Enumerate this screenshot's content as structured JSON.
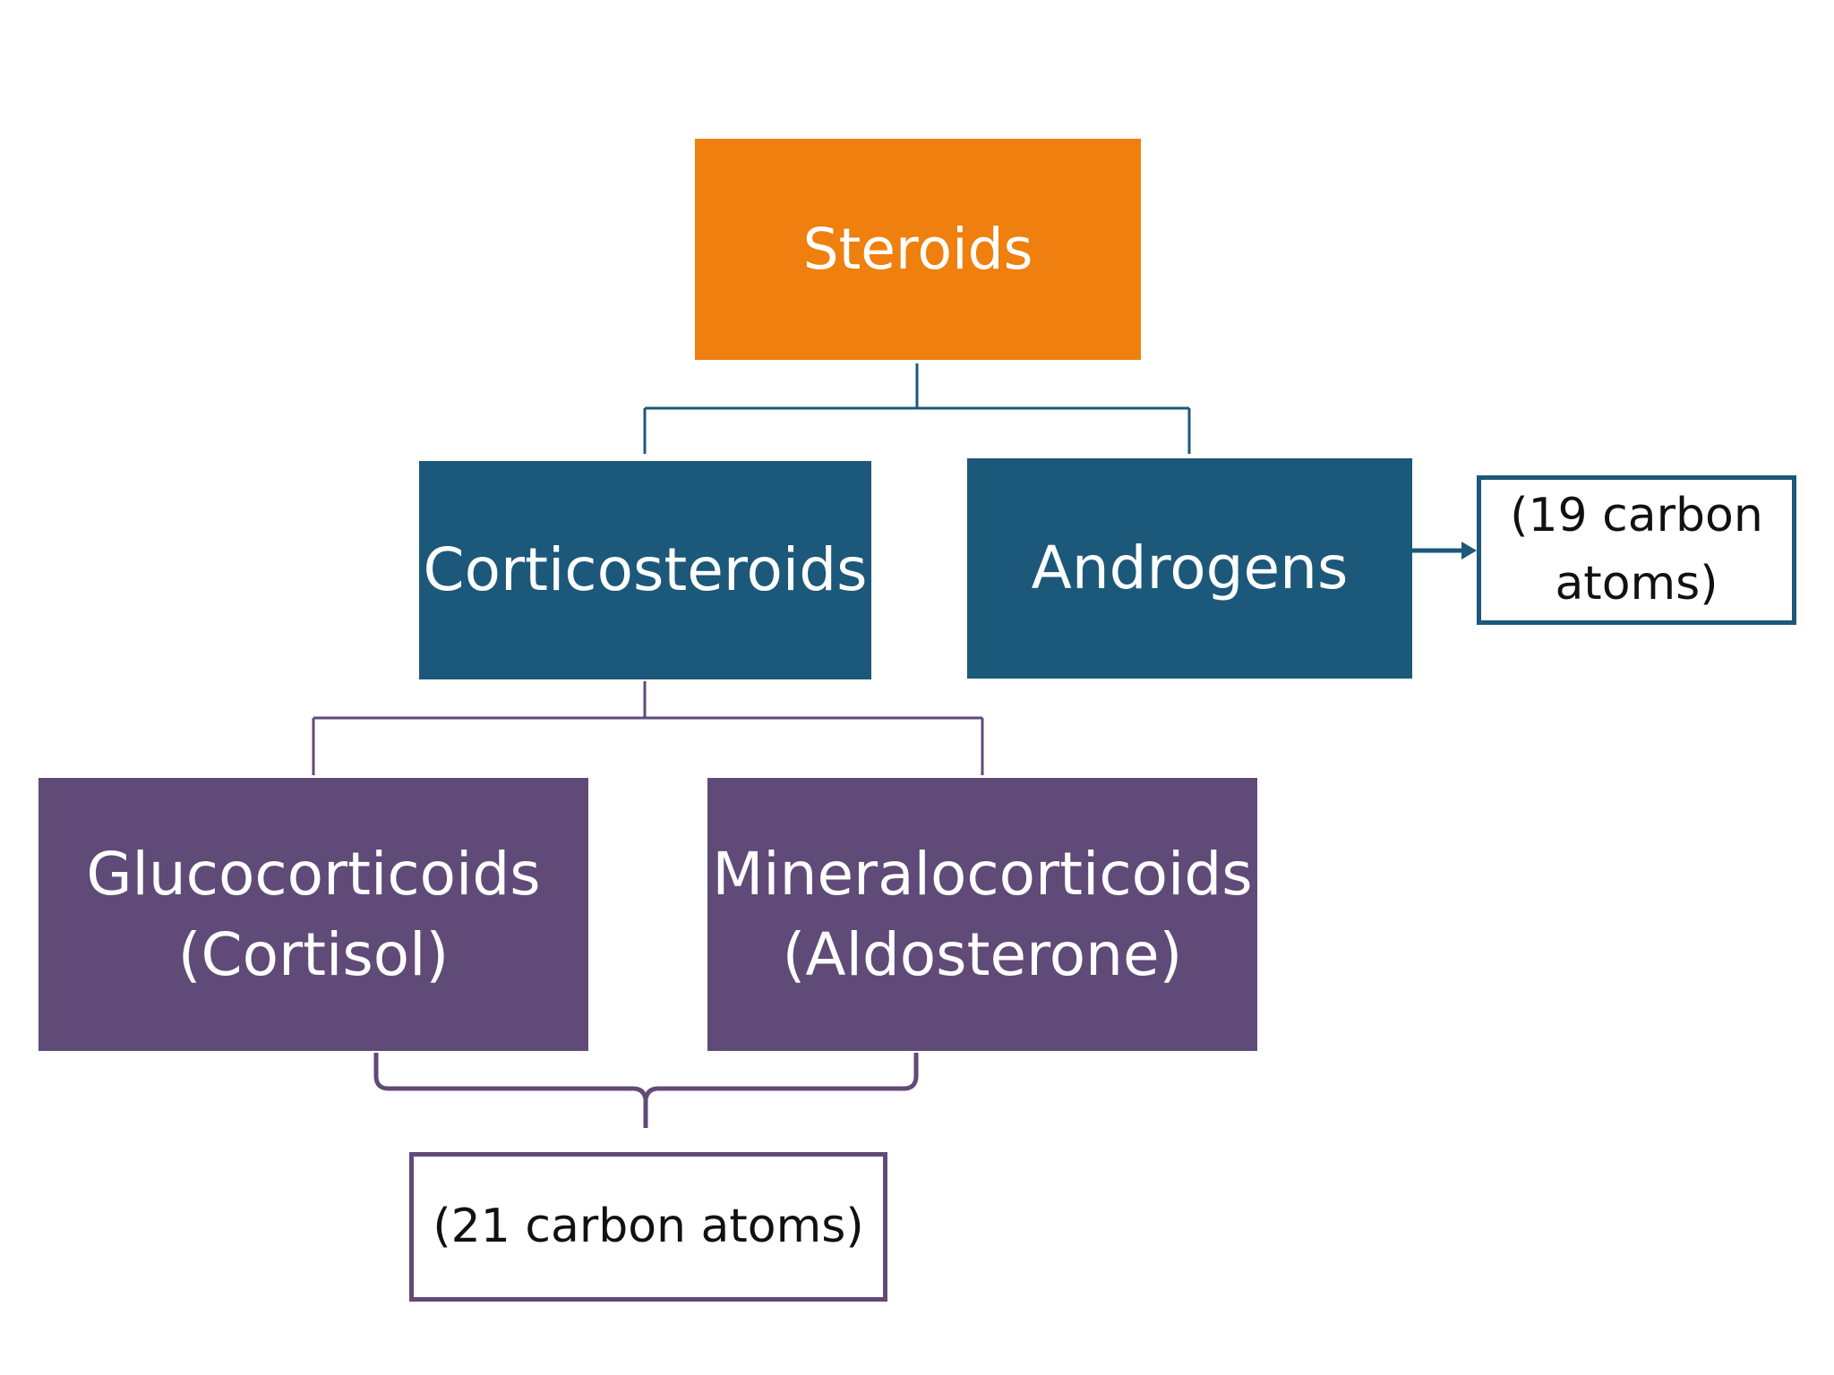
{
  "nodes": {
    "steroids": "Steroids",
    "corticosteroids": "Corticosteroids",
    "androgens": "Androgens",
    "glucocorticoids": {
      "line1": "Glucocorticoids",
      "line2": "(Cortisol)"
    },
    "mineralocorticoids": {
      "line1": "Mineralocorticoids",
      "line2": "(Aldosterone)"
    }
  },
  "notes": {
    "androgens_carbon": {
      "line1": "(19 carbon",
      "line2": "atoms)"
    },
    "corticoid_carbon": "(21 carbon atoms)"
  },
  "colors": {
    "root": "#ef7f0e",
    "level2": "#1c5879",
    "level3": "#604a78"
  }
}
